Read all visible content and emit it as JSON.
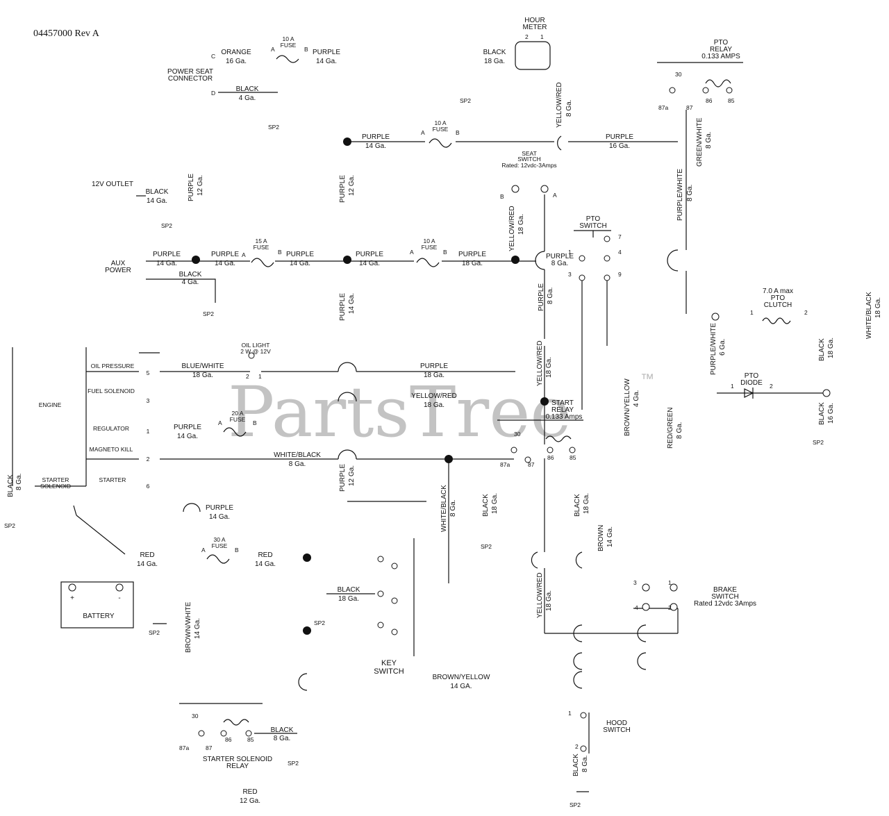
{
  "doc_id": "04457000 Rev A",
  "watermark": "PartsTree",
  "trademark": "™",
  "wires": {
    "orange_16": [
      "ORANGE",
      "16 Ga."
    ],
    "purple_14_top": [
      "PURPLE",
      "14 Ga."
    ],
    "black_4_top": [
      "BLACK",
      "4 Ga."
    ],
    "black_18_hm": [
      "BLACK",
      "18 Ga."
    ],
    "purple_14_main": [
      "PURPLE",
      "14 Ga."
    ],
    "purple_16": [
      "PURPLE",
      "16 Ga."
    ],
    "yelred_8_top": [
      "YELLOW/RED",
      "8 Ga."
    ],
    "greenwhite_8": [
      "GREEN/WHITE",
      "8 Ga."
    ],
    "black_14_outlet": [
      "BLACK",
      "14 Ga."
    ],
    "purple_12_outlet": [
      "PURPLE",
      "12 Ga."
    ],
    "purple_12_mid": [
      "PURPLE",
      "12 Ga."
    ],
    "purplewhite_8": [
      "PURPLE/WHITE",
      "8 Ga."
    ],
    "yelred_18": [
      "YELLOW/RED",
      "18 Ga."
    ],
    "purple_14_aux": [
      "PURPLE",
      "14 Ga."
    ],
    "purple_14_a": [
      "PURPLE",
      "14 Ga."
    ],
    "purple_14_b": [
      "PURPLE",
      "14 Ga."
    ],
    "purple_14_c": [
      "PURPLE",
      "14 Ga."
    ],
    "purple_18_d": [
      "PURPLE",
      "18 Ga."
    ],
    "purple_8": [
      "PURPLE",
      "8 Ga."
    ],
    "black_4_aux": [
      "BLACK",
      "4 Ga."
    ],
    "purple_14_vert": [
      "PURPLE",
      "14 Ga."
    ],
    "purple_8_vert": [
      "PURPLE",
      "8 Ga."
    ],
    "bluewhite_18": [
      "BLUE/WHITE",
      "18 Ga."
    ],
    "purple_18_oil": [
      "PURPLE",
      "18 Ga."
    ],
    "yelred_18_vert": [
      "YELLOW/RED",
      "18 Ga."
    ],
    "yelred_18_fuel": [
      "YELLOW/RED",
      "18 Ga."
    ],
    "purple_14_reg": [
      "PURPLE",
      "14 Ga."
    ],
    "whiteblack_8": [
      "WHITE/BLACK",
      "8 Ga."
    ],
    "whiteblack_8_vert": [
      "WHITE/BLACK",
      "8 Ga."
    ],
    "purple_12_low": [
      "PURPLE",
      "12 Ga."
    ],
    "brownyellow_4": [
      "BROWN/YELLOW",
      "4 Ga."
    ],
    "redgreen_8": [
      "RED/GREEN",
      "8 Ga."
    ],
    "purplewhite_6": [
      "PURPLE/WHITE",
      "6 Ga."
    ],
    "black_18_right": [
      "BLACK",
      "18 Ga."
    ],
    "whiteblack_18_right": [
      "WHITE/BLACK",
      "18 Ga."
    ],
    "black_16_right": [
      "BLACK",
      "16 Ga."
    ],
    "black_8_engine": [
      "BLACK",
      "8 Ga."
    ],
    "purple_14_low": [
      "PURPLE",
      "14 Ga."
    ],
    "red_14_a": [
      "RED",
      "14 Ga."
    ],
    "red_14_b": [
      "RED",
      "14 Ga."
    ],
    "black_18_key": [
      "BLACK",
      "18 Ga."
    ],
    "black_18_k2": [
      "BLACK",
      "18 Ga."
    ],
    "black_18_k3": [
      "BLACK",
      "18 Ga."
    ],
    "brown_14": [
      "BROWN",
      "14 Ga."
    ],
    "yelred_18_low": [
      "YELLOW/RED",
      "18 Ga."
    ],
    "brownwhite_14": [
      "BROWN/WHITE",
      "14 Ga."
    ],
    "brownyellow_14": [
      "BROWN/YELLOW",
      "14 GA."
    ],
    "black_8_relay": [
      "BLACK",
      "8 Ga."
    ],
    "red_12": [
      "RED",
      "12 Ga."
    ],
    "black_8_hood": [
      "BLACK",
      "8 Ga."
    ]
  },
  "fuse_labels": {
    "f10a_top": [
      "10 A",
      "FUSE"
    ],
    "f10a_mid": [
      "10 A",
      "FUSE"
    ],
    "f15a": [
      "15 A",
      "FUSE"
    ],
    "f10a_right": [
      "10 A",
      "FUSE"
    ],
    "f20a": [
      "20 A",
      "FUSE"
    ],
    "f30a": [
      "30 A",
      "FUSE"
    ]
  },
  "components": {
    "power_seat": [
      "POWER SEAT",
      "CONNECTOR"
    ],
    "hour_meter": [
      "HOUR",
      "METER"
    ],
    "pto_relay": [
      "PTO",
      "RELAY",
      "0.133 AMPS"
    ],
    "seat_switch": [
      "SEAT",
      "SWITCH",
      "Rated: 12vdc-3Amps"
    ],
    "outlet_12v": "12V OUTLET",
    "aux_power": [
      "AUX",
      "POWER"
    ],
    "pto_switch": [
      "PTO",
      "SWITCH"
    ],
    "pto_clutch": [
      "7.0 A max",
      "PTO",
      "CLUTCH"
    ],
    "oil_light": [
      "OIL LIGHT",
      "2 W @ 12V"
    ],
    "pto_diode": [
      "PTO",
      "DIODE"
    ],
    "start_relay": [
      "START",
      "RELAY",
      "0.133 Amps"
    ],
    "engine": "ENGINE",
    "starter_solenoid": [
      "STARTER",
      "SOLENOID"
    ],
    "battery": "BATTERY",
    "key_switch": [
      "KEY",
      "SWITCH"
    ],
    "brake_switch": [
      "BRAKE",
      "SWITCH",
      "Rated 12vdc 3Amps"
    ],
    "hood_switch": [
      "HOOD",
      "SWITCH"
    ],
    "starter_solenoid_relay": [
      "STARTER SOLENOID",
      "RELAY"
    ]
  },
  "engine_pins": [
    {
      "label": "OIL PRESSURE",
      "pin": "5"
    },
    {
      "label": "FUEL SOLENOID",
      "pin": "3"
    },
    {
      "label": "REGULATOR",
      "pin": "1"
    },
    {
      "label": "MAGNETO KILL",
      "pin": "2"
    },
    {
      "label": "STARTER",
      "pin": "6"
    }
  ],
  "pins": {
    "a": "A",
    "b": "B",
    "c": "C",
    "d": "D",
    "p1": "1",
    "p2": "2",
    "p3": "3",
    "p4": "4",
    "p7": "7",
    "p9": "9",
    "r30": "30",
    "r87": "87",
    "r87a": "87a",
    "r86": "86",
    "r85": "85",
    "plus": "+",
    "minus": "-"
  },
  "ground": "SP2"
}
